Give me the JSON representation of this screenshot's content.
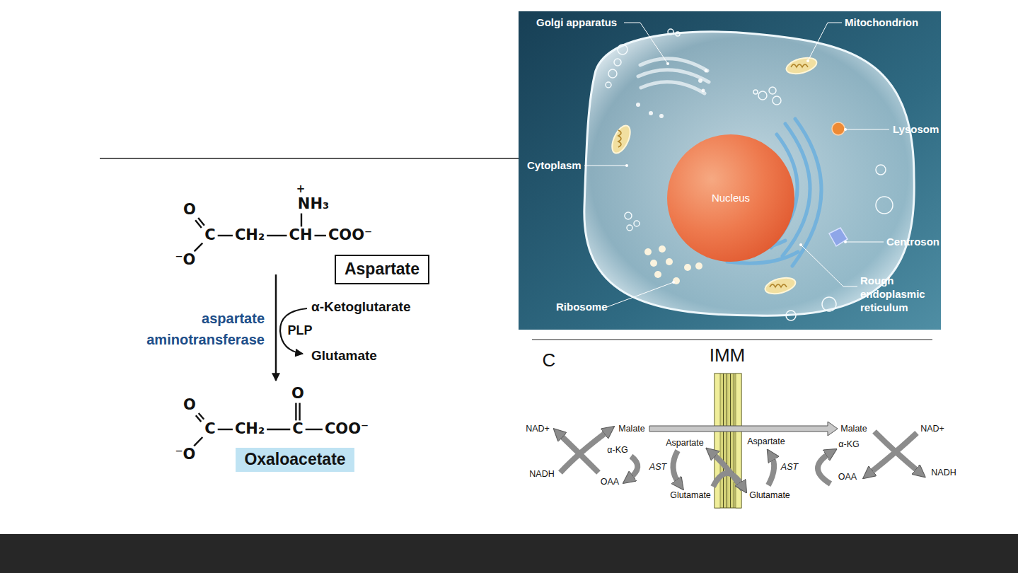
{
  "diagram": {
    "nodes": [
      {
        "text": [
          "Aspartate"
        ]
      },
      {
        "text": [
          "Oxaloacetate"
        ]
      },
      {
        "text": [
          "Nucleus"
        ]
      }
    ],
    "labels": [
      "O",
      "C",
      "CH₂",
      "CH",
      "COO⁻",
      "⁻O",
      "+",
      "NH₃",
      "aspartate aminotransferase",
      "PLP",
      "α-Ketoglutarate",
      "Glutamate",
      "O",
      "C",
      "CH₂",
      "C",
      "COO⁻",
      "⁻O",
      "O",
      "Golgi apparatus",
      "Mitochondrion",
      "Lysosom",
      "Cytoplasm",
      "Centroson",
      "Ribosome",
      "Rough endoplasmic reticulum",
      "C",
      "IMM",
      "NAD+",
      "Malate",
      "NADH",
      "α-KG",
      "OAA",
      "AST",
      "Aspartate",
      "Glutamate",
      "Aspartate",
      "Glutamate",
      "AST",
      "α-KG",
      "OAA",
      "Malate",
      "NAD+",
      "NADH"
    ]
  }
}
